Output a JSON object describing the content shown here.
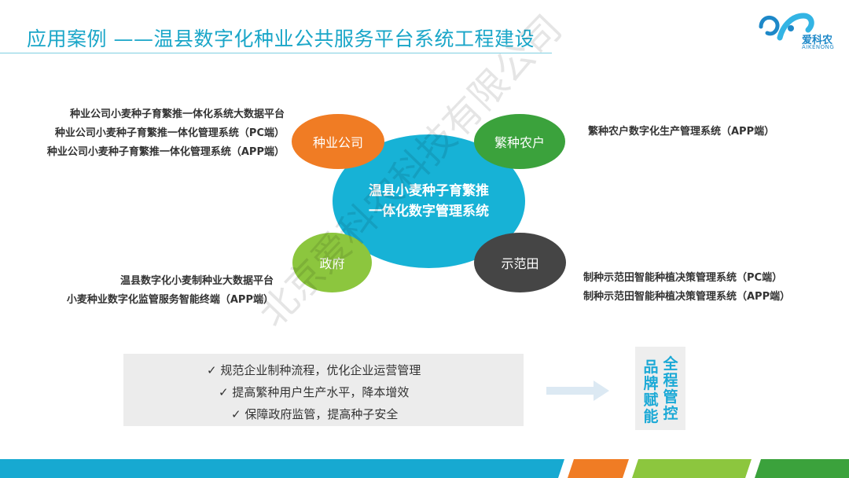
{
  "header": {
    "title": "应用案例 ——温县数字化种业公共服务平台系统工程建设",
    "logo_text": "爱科农",
    "logo_sub": "AIKENONG"
  },
  "diagram": {
    "hub_line1": "温县小麦种子育繁推",
    "hub_line2": "一体化数字管理系统",
    "nodes": {
      "seed_company": "种业公司",
      "farmer": "繁种农户",
      "government": "政府",
      "demo_field": "示范田"
    },
    "seed_company_items": [
      "种业公司小麦种子育繁推一体化系统大数据平台",
      "种业公司小麦种子育繁推一体化管理系统（PC端）",
      "种业公司小麦种子育繁推一体化管理系统（APP端）"
    ],
    "farmer_items": [
      "繁种农户数字化生产管理系统（APP端）"
    ],
    "government_items": [
      "温县数字化小麦制种业大数据平台",
      "小麦种业数字化监管服务智能终端（APP端）"
    ],
    "demo_field_items": [
      "制种示范田智能种植决策管理系统（PC端）",
      "制种示范田智能种植决策管理系统（APP端）"
    ]
  },
  "benefits": {
    "items": [
      "✓  规范企业制种流程，优化企业运营管理",
      "✓  提高繁种用户生产水平，降本增效",
      "✓  保障政府监管，提高种子安全"
    ]
  },
  "brand": {
    "col_right": "全程管控",
    "col_left": "品牌赋能"
  },
  "watermark": "北京爱科农科技有限公司",
  "colors": {
    "accent": "#1aa6c8",
    "orange": "#f07c24",
    "green": "#3ba23c",
    "light_green": "#8cc63e",
    "dark": "#454545"
  }
}
